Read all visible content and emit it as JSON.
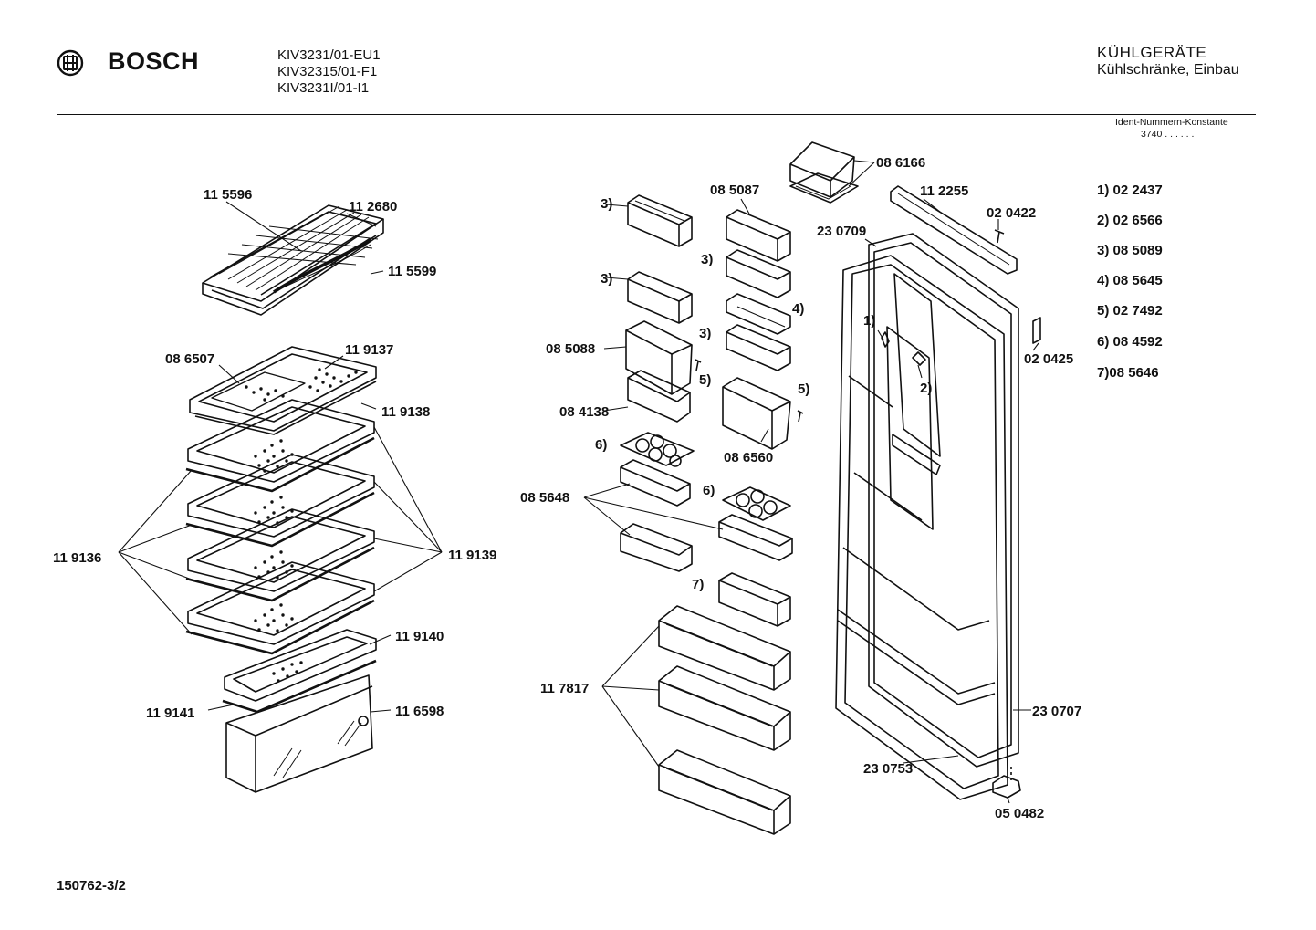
{
  "header": {
    "brand": "BOSCH",
    "models": [
      "KIV3231/01-EU1",
      "KIV32315/01-F1",
      "KIV3231I/01-I1"
    ],
    "category": "KÜHLGERÄTE",
    "subcategory": "Kühlschränke, Einbau",
    "ident_label": "Ident-Nummern-Konstante",
    "ident_value": "3740  . .  . . . ."
  },
  "parts": {
    "p115596": "11 5596",
    "p112680": "11 2680",
    "p115599": "11 5599",
    "p086507": "08 6507",
    "p119137": "11 9137",
    "p119138": "11 9138",
    "p119136": "11 9136",
    "p119139": "11 9139",
    "p119140": "11 9140",
    "p119141": "11 9141",
    "p116598": "11 6598",
    "p085087": "08 5087",
    "p086166": "08 6166",
    "p112255": "11 2255",
    "p020422": "02 0422",
    "p230709": "23 0709",
    "p085088": "08 5088",
    "p084138": "08 4138",
    "p086560": "08 6560",
    "p085648": "08 5648",
    "p117817": "11 7817",
    "p020425": "02 0425",
    "p230707": "23 0707",
    "p230753": "23 0753",
    "p050482": "05 0482"
  },
  "callouts": {
    "c3a": "3)",
    "c3b": "3)",
    "c3c": "3)",
    "c3d": "3)",
    "c4": "4)",
    "c5a": "5)",
    "c5b": "5)",
    "c6a": "6)",
    "c6b": "6)",
    "c7": "7)",
    "c1": "1)",
    "c2": "2)"
  },
  "legend": [
    {
      "key": "1)",
      "value": "02 2437"
    },
    {
      "key": "2)",
      "value": "02 6566"
    },
    {
      "key": "3)",
      "value": "08 5089"
    },
    {
      "key": "4)",
      "value": "08 5645"
    },
    {
      "key": "5)",
      "value": "02 7492"
    },
    {
      "key": "6)",
      "value": "08 4592"
    },
    {
      "key": "7)",
      "value": "08 5646"
    }
  ],
  "footer": {
    "drawing_number": "150762-3/2"
  }
}
